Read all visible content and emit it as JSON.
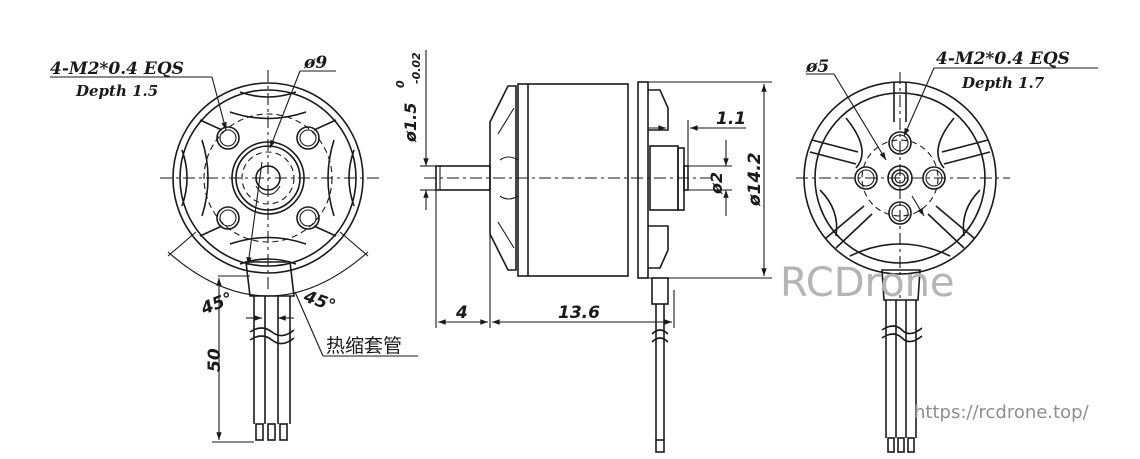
{
  "drawing": {
    "title": "Brushless motor technical drawing",
    "colors": {
      "line": "#1a1a1a",
      "background": "#ffffff",
      "watermark": "#b4b4b4",
      "url": "#8e8e8e"
    }
  },
  "front_view": {
    "thread_callout": "4-M2*0.4 EQS",
    "thread_depth": "Depth 1.5",
    "diameter_label": "ø9",
    "angle_left": "45°",
    "angle_right": "45°",
    "lead_length": "50",
    "heat_shrink_label": "热缩套管"
  },
  "side_view": {
    "shaft_diameter": "ø1.5",
    "shaft_tol_upper": "0",
    "shaft_tol_lower": "-0.02",
    "shaft_length": "4",
    "body_length": "13.6",
    "boss_height": "1.1",
    "boss_diameter": "ø2",
    "body_diameter": "ø14.2"
  },
  "rear_view": {
    "diameter_label": "ø5",
    "thread_callout": "4-M2*0.4 EQS",
    "thread_depth": "Depth 1.7"
  },
  "watermark": {
    "brand": "RCDrone",
    "url": "https://rcdrone.top/"
  }
}
